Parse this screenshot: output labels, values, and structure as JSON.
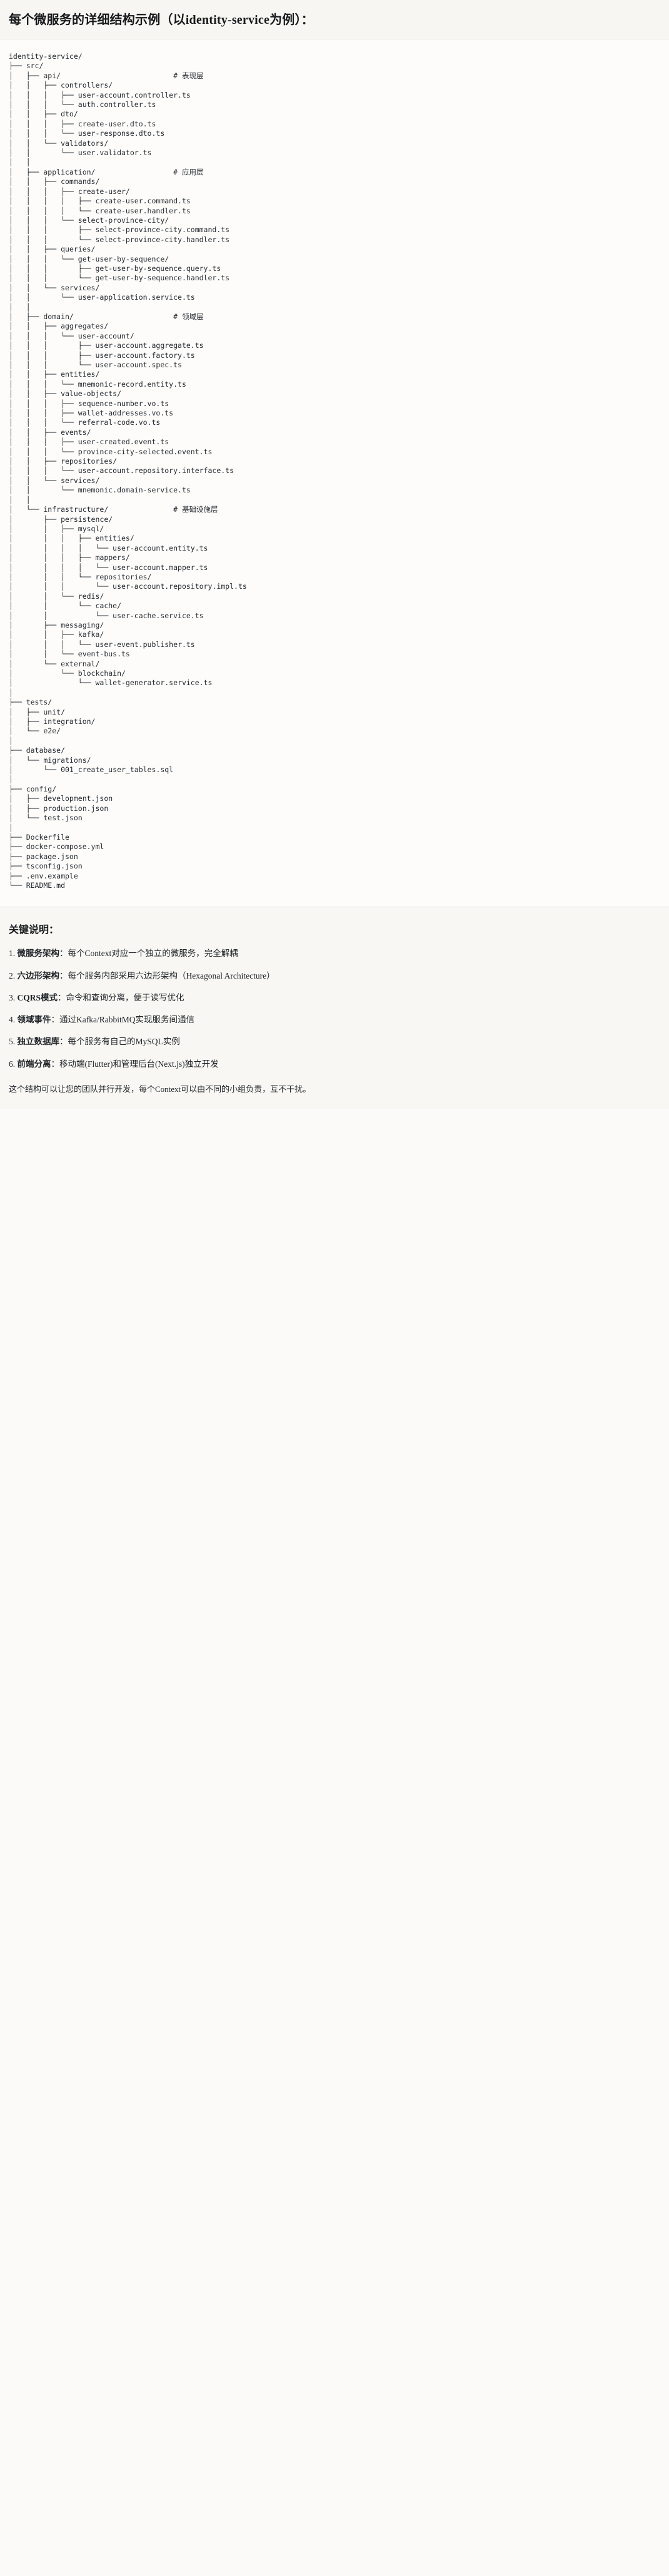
{
  "header": {
    "title": "每个微服务的详细结构示例（以identity-service为例）："
  },
  "tree": {
    "root_label": "identity-service/",
    "text": "identity-service/\n├── src/\n│   ├── api/                          # 表现层\n│   │   ├── controllers/\n│   │   │   ├── user-account.controller.ts\n│   │   │   └── auth.controller.ts\n│   │   ├── dto/\n│   │   │   ├── create-user.dto.ts\n│   │   │   └── user-response.dto.ts\n│   │   └── validators/\n│   │       └── user.validator.ts\n│   │\n│   ├── application/                  # 应用层\n│   │   ├── commands/\n│   │   │   ├── create-user/\n│   │   │   │   ├── create-user.command.ts\n│   │   │   │   └── create-user.handler.ts\n│   │   │   └── select-province-city/\n│   │   │       ├── select-province-city.command.ts\n│   │   │       └── select-province-city.handler.ts\n│   │   ├── queries/\n│   │   │   └── get-user-by-sequence/\n│   │   │       ├── get-user-by-sequence.query.ts\n│   │   │       └── get-user-by-sequence.handler.ts\n│   │   └── services/\n│   │       └── user-application.service.ts\n│   │\n│   ├── domain/                       # 领域层\n│   │   ├── aggregates/\n│   │   │   └── user-account/\n│   │   │       ├── user-account.aggregate.ts\n│   │   │       ├── user-account.factory.ts\n│   │   │       └── user-account.spec.ts\n│   │   ├── entities/\n│   │   │   └── mnemonic-record.entity.ts\n│   │   ├── value-objects/\n│   │   │   ├── sequence-number.vo.ts\n│   │   │   ├── wallet-addresses.vo.ts\n│   │   │   └── referral-code.vo.ts\n│   │   ├── events/\n│   │   │   ├── user-created.event.ts\n│   │   │   └── province-city-selected.event.ts\n│   │   ├── repositories/\n│   │   │   └── user-account.repository.interface.ts\n│   │   └── services/\n│   │       └── mnemonic.domain-service.ts\n│   │\n│   └── infrastructure/               # 基础设施层\n│       ├── persistence/\n│       │   ├── mysql/\n│       │   │   ├── entities/\n│       │   │   │   └── user-account.entity.ts\n│       │   │   ├── mappers/\n│       │   │   │   └── user-account.mapper.ts\n│       │   │   └── repositories/\n│       │   │       └── user-account.repository.impl.ts\n│       │   └── redis/\n│       │       └── cache/\n│       │           └── user-cache.service.ts\n│       ├── messaging/\n│       │   ├── kafka/\n│       │   │   └── user-event.publisher.ts\n│       │   └── event-bus.ts\n│       └── external/\n│           └── blockchain/\n│               └── wallet-generator.service.ts\n│\n├── tests/\n│   ├── unit/\n│   ├── integration/\n│   └── e2e/\n│\n├── database/\n│   └── migrations/\n│       └── 001_create_user_tables.sql\n│\n├── config/\n│   ├── development.json\n│   ├── production.json\n│   └── test.json\n│\n├── Dockerfile\n├── docker-compose.yml\n├── package.json\n├── tsconfig.json\n├── .env.example\n└── README.md",
    "layer_comments": [
      {
        "path": "api/",
        "comment": "# 表现层"
      },
      {
        "path": "application/",
        "comment": "# 应用层"
      },
      {
        "path": "domain/",
        "comment": "# 领域层"
      },
      {
        "path": "infrastructure/",
        "comment": "# 基础设施层"
      }
    ]
  },
  "notes": {
    "heading": "关键说明：",
    "items": [
      {
        "index": "1.",
        "term": "微服务架构",
        "sep": "：",
        "desc": "每个Context对应一个独立的微服务，完全解耦"
      },
      {
        "index": "2.",
        "term": "六边形架构",
        "sep": "：",
        "desc": "每个服务内部采用六边形架构（Hexagonal Architecture）"
      },
      {
        "index": "3.",
        "term": "CQRS模式",
        "sep": "：",
        "desc": "命令和查询分离，便于读写优化"
      },
      {
        "index": "4.",
        "term": "领域事件",
        "sep": "：",
        "desc": "通过Kafka/RabbitMQ实现服务间通信"
      },
      {
        "index": "5.",
        "term": "独立数据库",
        "sep": "：",
        "desc": "每个服务有自己的MySQL实例"
      },
      {
        "index": "6.",
        "term": "前端分离",
        "sep": "：",
        "desc": "移动端(Flutter)和管理后台(Next.js)独立开发"
      }
    ],
    "closing": "这个结构可以让您的团队并行开发，每个Context可以由不同的小组负责，互不干扰。"
  },
  "colors": {
    "page_bg": "#fbfaf8",
    "header_bg": "#f7f6f2",
    "code_bg": "#fdfcfa",
    "notes_bg": "#f8f7f3",
    "text": "#1f2328",
    "code_text": "#24292f",
    "divider": "#e3e1dc"
  }
}
